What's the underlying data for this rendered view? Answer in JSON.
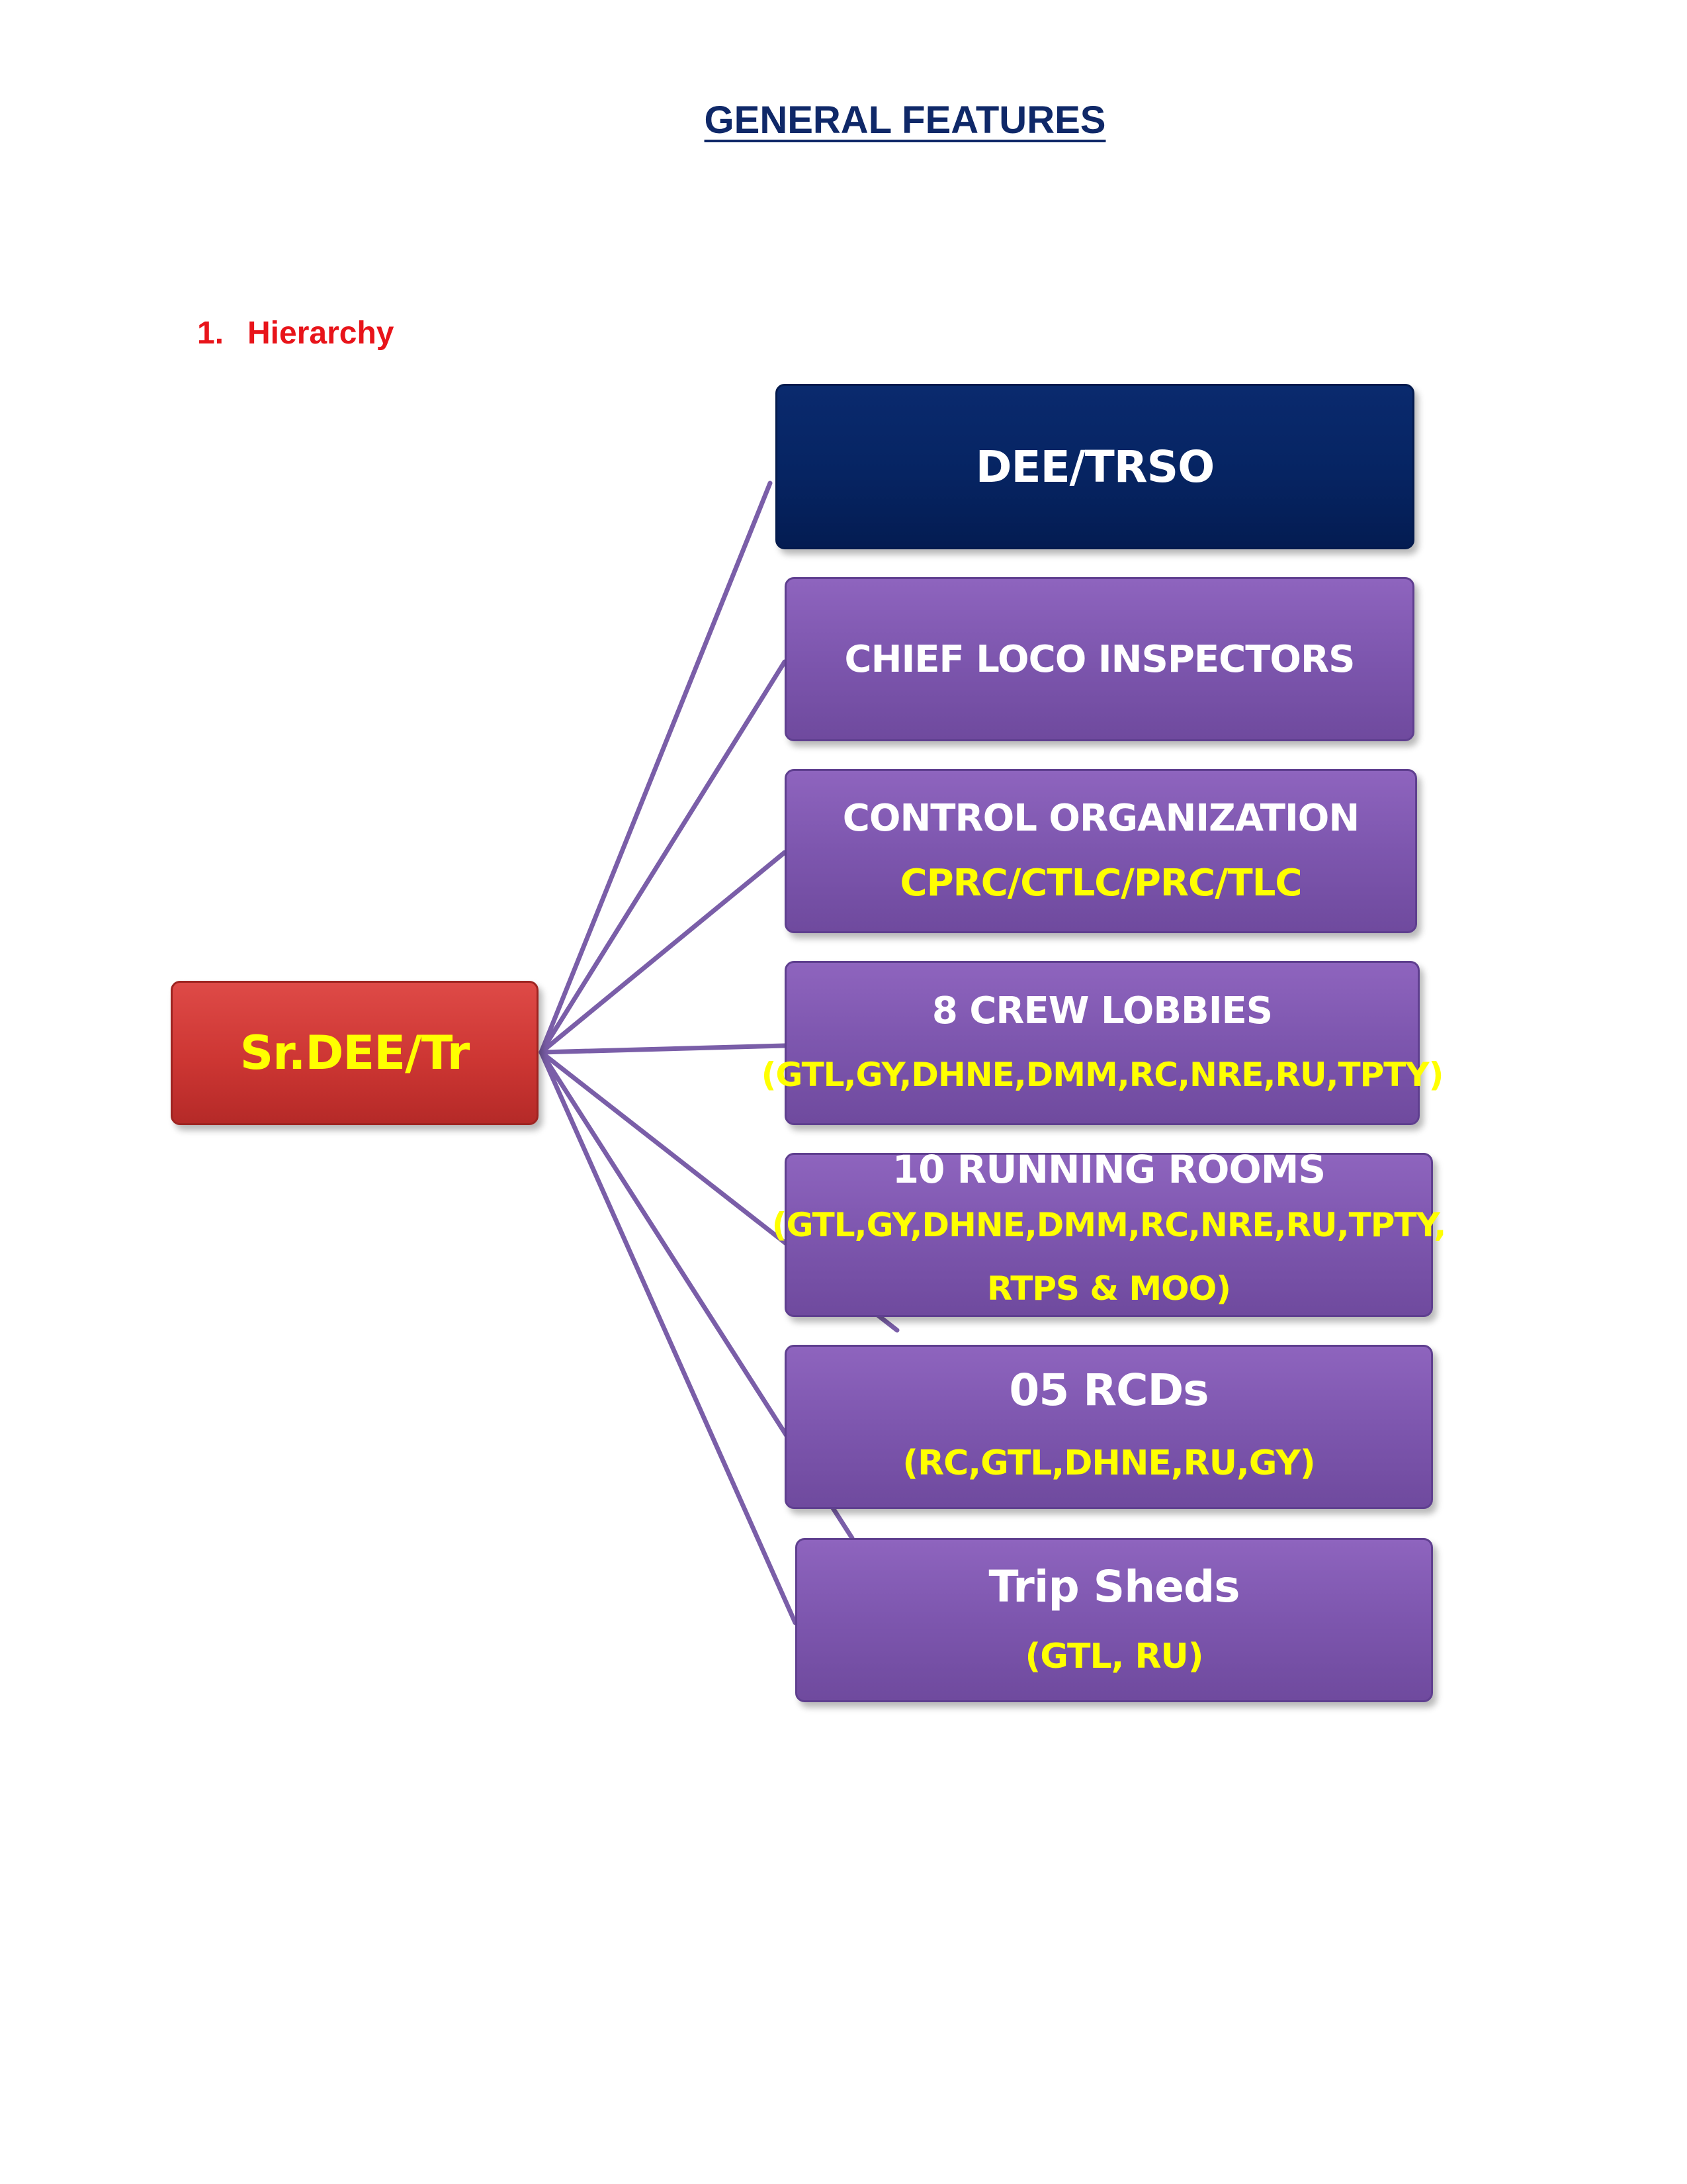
{
  "page": {
    "title": "GENERAL FEATURES"
  },
  "section": {
    "number": "1.",
    "heading": "Hierarchy"
  },
  "hierarchy": {
    "root": {
      "label": "Sr.DEE/Tr",
      "color": "#cd3633",
      "label_color": "#ffff00"
    },
    "children": [
      {
        "id": "dee-trso",
        "label": "DEE/TRSO",
        "color": "#062462"
      },
      {
        "id": "chief-loco",
        "label": "CHIEF LOCO INSPECTORS",
        "color": "#7d56ae"
      },
      {
        "id": "control-org",
        "label": "CONTROL ORGANIZATION",
        "sublabel": "CPRC/CTLC/PRC/TLC",
        "color": "#7d56ae"
      },
      {
        "id": "crew-lobbies",
        "label": "8 CREW LOBBIES",
        "sublabel": "(GTL,GY,DHNE,DMM,RC,NRE,RU,TPTY)",
        "color": "#7d56ae"
      },
      {
        "id": "running-rooms",
        "label": "10 RUNNING ROOMS",
        "sublabel": "(GTL,GY,DHNE,DMM,RC,NRE,RU,TPTY,",
        "sublabel2": "RTPS & MOO)",
        "color": "#7d56ae"
      },
      {
        "id": "rcds",
        "label": "05 RCDs",
        "sublabel": "(RC,GTL,DHNE,RU,GY)",
        "color": "#7d56ae"
      },
      {
        "id": "trip-sheds",
        "label": "Trip Sheds",
        "sublabel": "(GTL, RU)",
        "color": "#7d56ae"
      }
    ],
    "connector_color": "#7a5ea8",
    "sublabel_color": "#ffff00"
  }
}
